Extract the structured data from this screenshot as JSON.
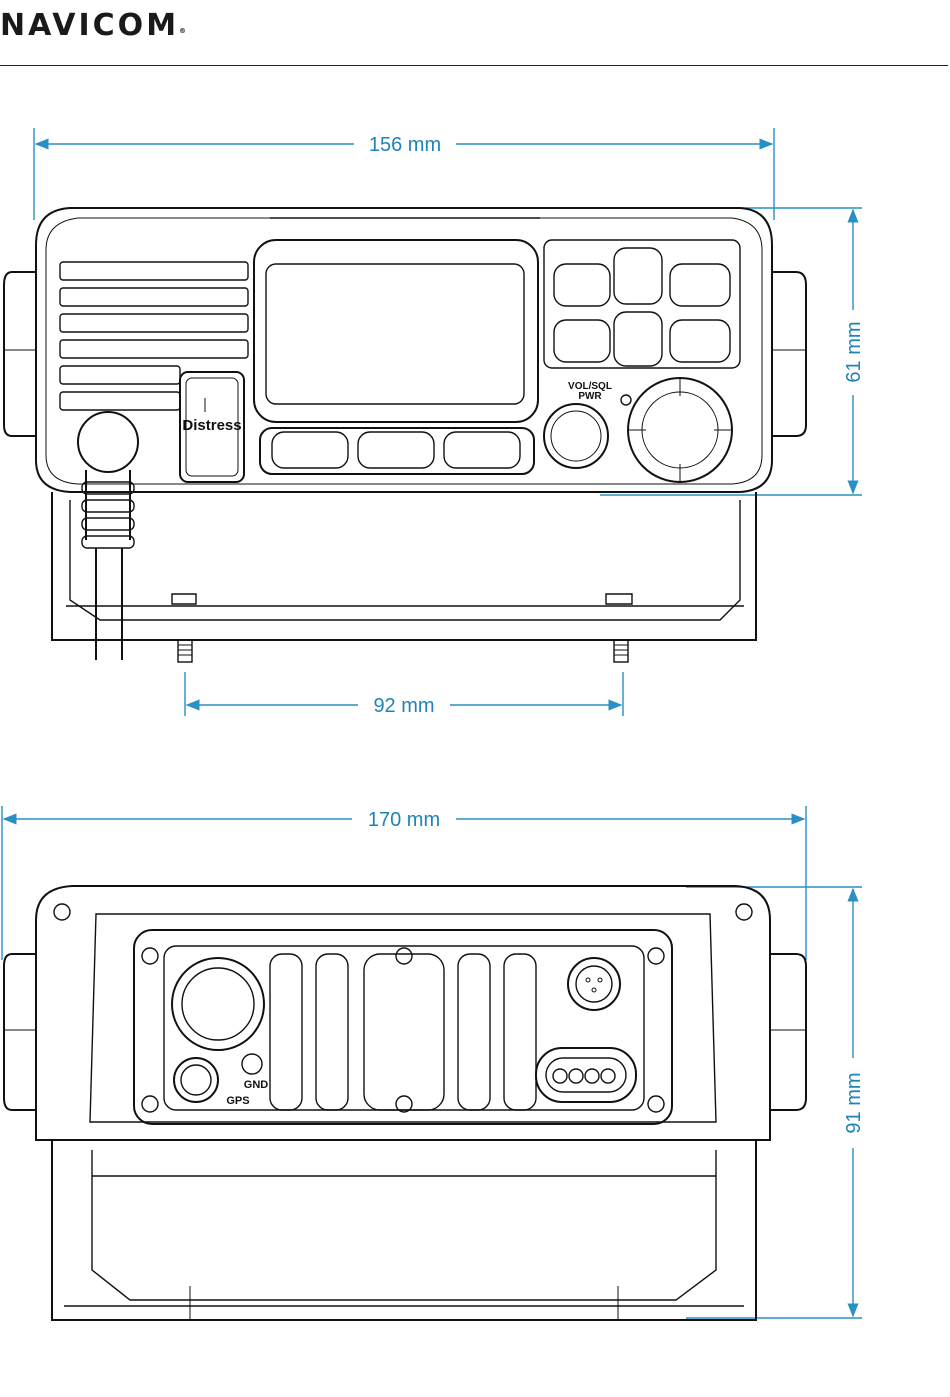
{
  "header": {
    "brand": "NAVICOM",
    "brand_mark": "®"
  },
  "front_view": {
    "width_label": "156 mm",
    "height_label": "61 mm",
    "mount_spacing_label": "92 mm",
    "distress_label": "Distress",
    "knob_label_line1": "VOL/SQL",
    "knob_label_line2": "PWR"
  },
  "rear_view": {
    "width_label": "170 mm",
    "height_label": "91 mm",
    "gnd_label": "GND",
    "gps_label": "GPS"
  },
  "colors": {
    "dimension_lines": "#2a8fc4",
    "outline": "#111111"
  }
}
